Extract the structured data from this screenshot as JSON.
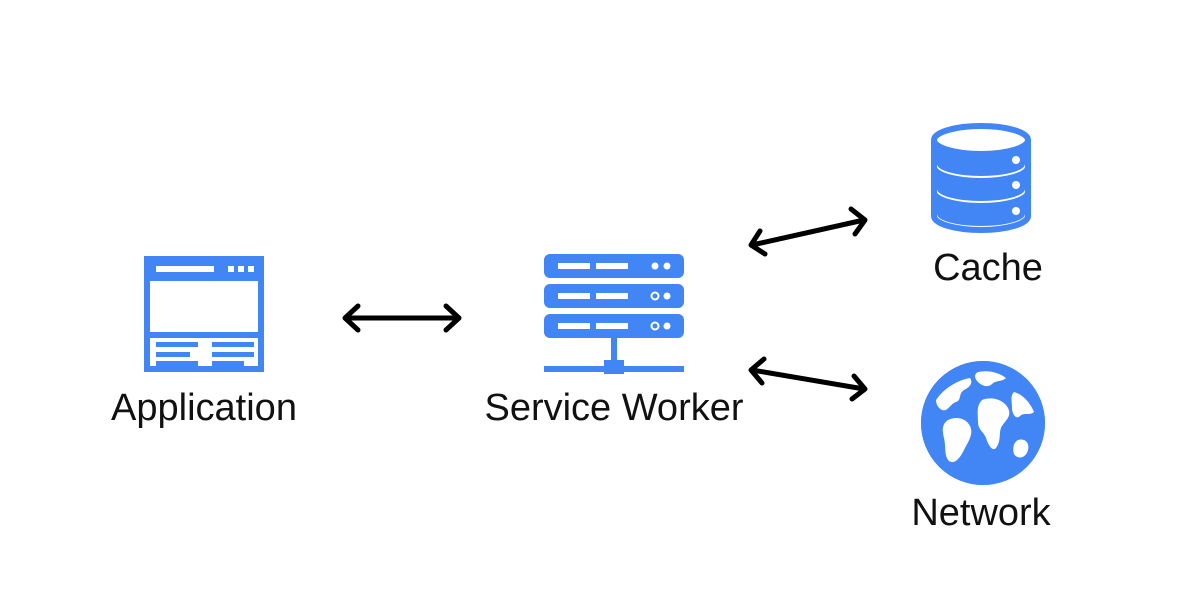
{
  "colors": {
    "icon_blue": "#4285F4",
    "arrow": "#000000",
    "text": "#111111",
    "background": "#ffffff"
  },
  "nodes": {
    "application": {
      "label": "Application",
      "icon": "browser-window-icon"
    },
    "service_worker": {
      "label": "Service Worker",
      "icon": "server-rack-icon"
    },
    "cache": {
      "label": "Cache",
      "icon": "database-icon"
    },
    "network": {
      "label": "Network",
      "icon": "globe-icon"
    }
  },
  "edges": [
    {
      "from": "application",
      "to": "service_worker",
      "direction": "bidirectional"
    },
    {
      "from": "service_worker",
      "to": "cache",
      "direction": "bidirectional"
    },
    {
      "from": "service_worker",
      "to": "network",
      "direction": "bidirectional"
    }
  ]
}
